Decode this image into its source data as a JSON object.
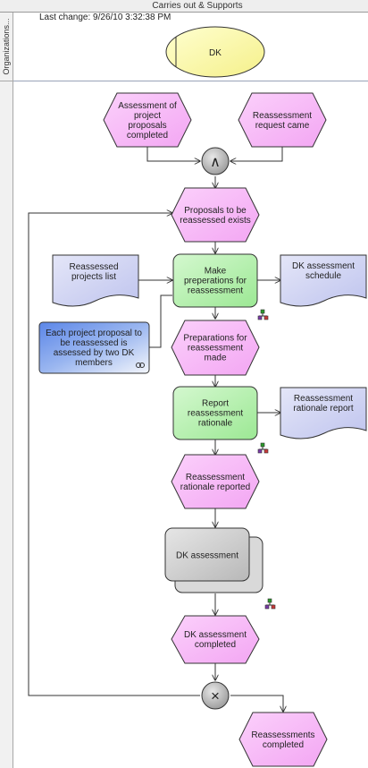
{
  "header": {
    "column_title": "Carries out & Supports",
    "row_title": "Organizations..."
  },
  "last_change": "Last change: 9/26/10 3:32:38 PM",
  "org_unit": "DK",
  "nodes": {
    "assessment_completed": [
      "Assessment of",
      "project",
      "proposals",
      "completed"
    ],
    "reassessment_request": [
      "Reassessment",
      "request came"
    ],
    "proposals_exist": [
      "Proposals to be",
      "reassessed exists"
    ],
    "reassessed_list": [
      "Reassessed",
      "projects list"
    ],
    "make_preparations": [
      "Make",
      "preperations for",
      "reassessment"
    ],
    "assessment_schedule": [
      "DK assessment",
      "schedule"
    ],
    "rule_note": [
      "Each project proposal to",
      "be reassessed is",
      "assessed by two DK",
      "members"
    ],
    "preparations_made": [
      "Preparations for",
      "reassessment",
      "made"
    ],
    "report_rationale": [
      "Report",
      "reassessment",
      "rationale"
    ],
    "rationale_report": [
      "Reassessment",
      "rationale report"
    ],
    "rationale_reported": [
      "Reassessment",
      "rationale reported"
    ],
    "dk_assessment": [
      "DK assessment"
    ],
    "assessment_done": [
      "DK assessment",
      "completed"
    ],
    "reassessments_completed": [
      "Reassessments",
      "completed"
    ]
  },
  "connectors": {
    "and_symbol": "∧",
    "xor_symbol": "×"
  },
  "colors": {
    "event": "#f7b4f7",
    "function": "#b4f2b0",
    "document": "#cdd1f2",
    "process": "#cfcfcf",
    "org": "#ffffa8",
    "note": "#6a95ec"
  },
  "icons": {
    "hierarchy": "hierarchy-icon",
    "link": "link-icon"
  }
}
